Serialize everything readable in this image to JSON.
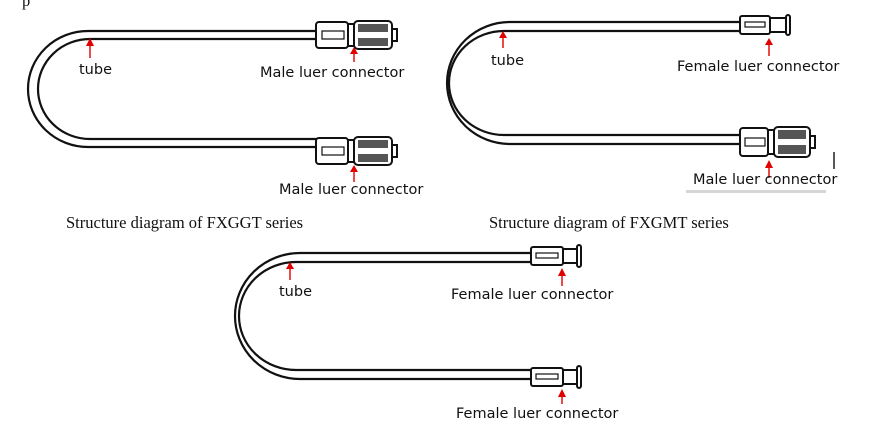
{
  "page": {
    "fragment_glyph": "p"
  },
  "diagrams": [
    {
      "id": "fxggt",
      "caption": "Structure diagram of FXGGT series",
      "labels": {
        "tube": "tube",
        "top_connector": "Male luer connector",
        "bottom_connector": "Male luer connector"
      },
      "connectors": {
        "top": "male",
        "bottom": "male"
      }
    },
    {
      "id": "fxgmt",
      "caption": "Structure diagram of FXGMT series",
      "labels": {
        "tube": "tube",
        "top_connector": "Female luer connector",
        "bottom_connector": "Male luer connector"
      },
      "connectors": {
        "top": "female",
        "bottom": "male"
      }
    },
    {
      "id": "fxgft",
      "caption": "",
      "labels": {
        "tube": "tube",
        "top_connector": "Female luer connector",
        "bottom_connector": "Female luer connector"
      },
      "connectors": {
        "top": "female",
        "bottom": "female"
      }
    }
  ],
  "colors": {
    "line": "#111111",
    "arrow": "#e00000",
    "background": "#ffffff"
  }
}
